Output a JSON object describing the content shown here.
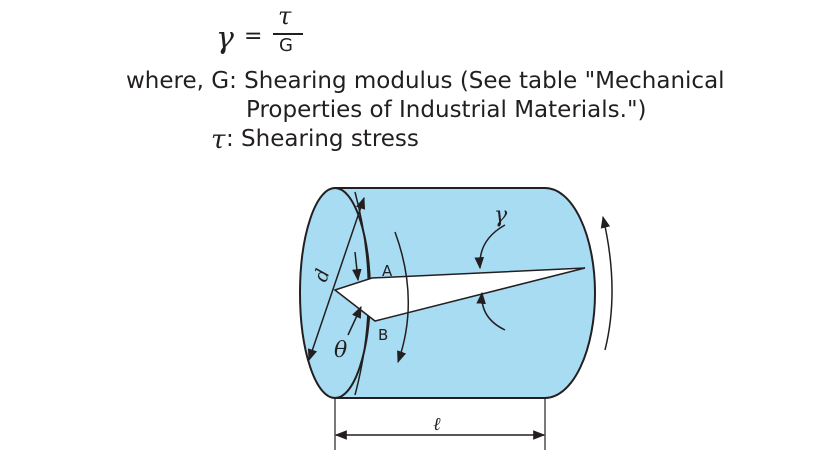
{
  "formula": {
    "lhs": "γ",
    "equals": "=",
    "numerator": "τ",
    "denominator": "G"
  },
  "definitions": {
    "line1": "where, G: Shearing modulus (See table \"Mechanical",
    "line2": "Properties of Industrial Materials.\")",
    "tau_symbol": "τ",
    "tau_text": ": Shearing stress"
  },
  "diagram": {
    "label_d": "d",
    "label_A": "A",
    "label_B": "B",
    "label_theta": "θ",
    "label_gamma": "γ",
    "label_length": "ℓ",
    "colors": {
      "fill": "#a8dcf3",
      "stroke": "#231f20",
      "triangle": "#ffffff"
    }
  }
}
